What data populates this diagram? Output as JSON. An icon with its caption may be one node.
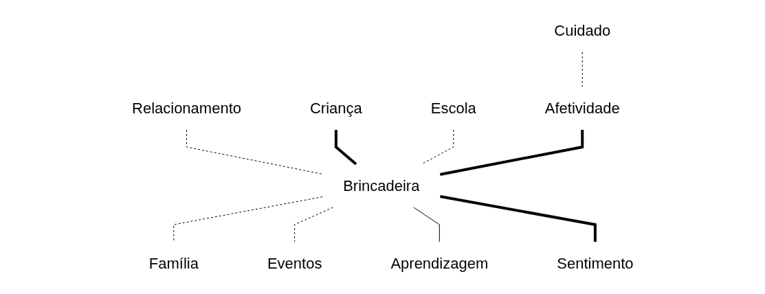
{
  "diagram": {
    "nodes": [
      {
        "text": [
          "Cuidado"
        ]
      },
      {
        "text": [
          "Relacionamento"
        ]
      },
      {
        "text": [
          "Criança"
        ]
      },
      {
        "text": [
          "Escola"
        ]
      },
      {
        "text": [
          "Afetividade"
        ]
      },
      {
        "text": [
          "Brincadeira"
        ]
      },
      {
        "text": [
          "Família"
        ]
      },
      {
        "text": [
          "Eventos"
        ]
      },
      {
        "text": [
          "Aprendizagem"
        ]
      },
      {
        "text": [
          "Sentimento"
        ]
      }
    ],
    "edges": [
      {
        "from": 0,
        "to": 4,
        "arrow": "none",
        "style": "dashed"
      },
      {
        "from": 1,
        "to": 5,
        "arrow": "none",
        "style": "dashed"
      },
      {
        "from": 2,
        "to": 5,
        "arrow": "none",
        "style": "thick"
      },
      {
        "from": 3,
        "to": 5,
        "arrow": "none",
        "style": "dashed"
      },
      {
        "from": 4,
        "to": 5,
        "arrow": "none",
        "style": "thick"
      },
      {
        "from": 5,
        "to": 6,
        "arrow": "none",
        "style": "dashed"
      },
      {
        "from": 5,
        "to": 7,
        "arrow": "none",
        "style": "dashed"
      },
      {
        "from": 5,
        "to": 8,
        "arrow": "none"
      },
      {
        "from": 5,
        "to": 9,
        "arrow": "none",
        "style": "thick"
      }
    ]
  }
}
